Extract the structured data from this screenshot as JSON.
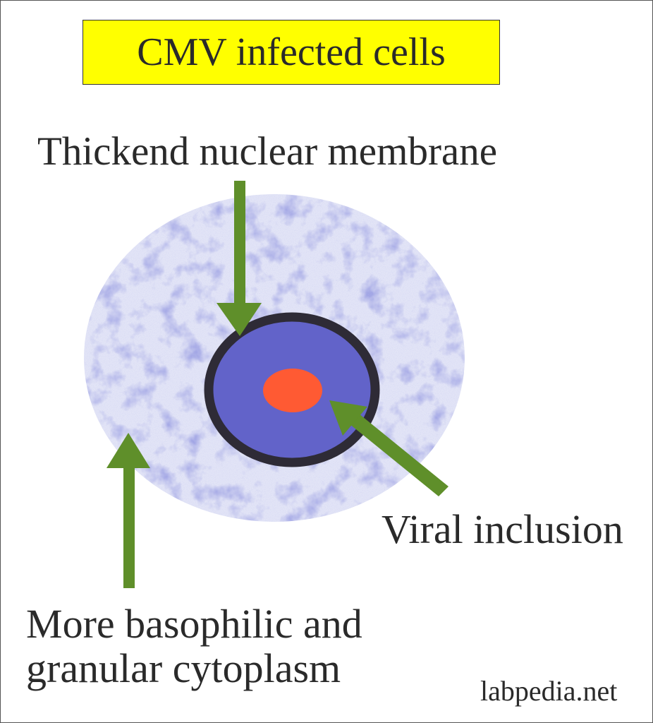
{
  "title": "CMV infected cells",
  "labels": {
    "nuclear_membrane": "Thickend nuclear membrane",
    "viral_inclusion": "Viral inclusion",
    "cytoplasm_line1": "More basophilic and",
    "cytoplasm_line2": "granular cytoplasm"
  },
  "watermark": "labpedia.net",
  "colors": {
    "title_background": "#ffff00",
    "cytoplasm": "#e2e4f6",
    "cytoplasm_mottle": "#6a6fc4",
    "nucleus": "#6263c9",
    "nuclear_membrane": "#2e2b36",
    "inclusion": "#ff5a33",
    "arrow": "#5f8f2a"
  }
}
